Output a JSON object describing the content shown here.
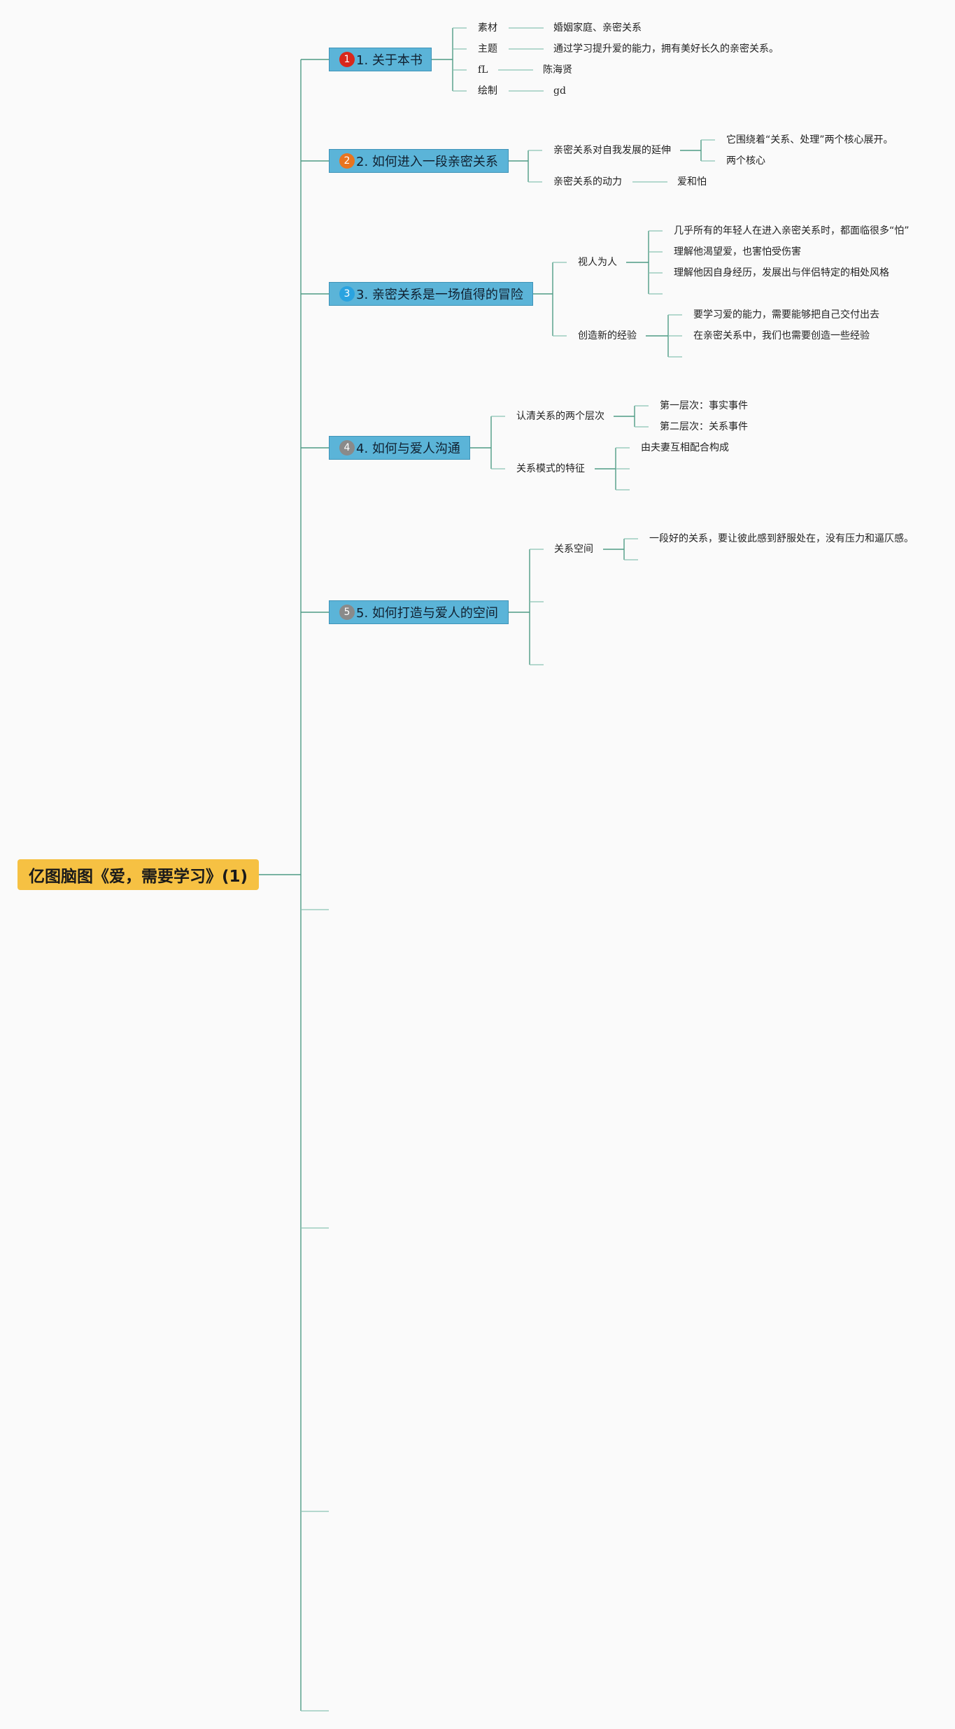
{
  "root": {
    "title": "亿图脑图《爱，需要学习》(1)"
  },
  "colors": {
    "root_bg": "#f6c143",
    "topic_bg": "#5bb4d8",
    "line": "#4e9b85",
    "badge_1": "#d9281c",
    "badge_2": "#e8741f",
    "badge_3": "#2aa3e0",
    "badge_4": "#8a8a8a",
    "badge_5": "#8a8a8a"
  },
  "topics": [
    {
      "badge": "1",
      "label": "1. 关于本书",
      "children": [
        {
          "label": "素材",
          "value": "婚姻家庭、亲密关系"
        },
        {
          "label": "主题",
          "value": "通过学习提升爱的能力，拥有美好长久的亲密关系。"
        },
        {
          "label": "fL",
          "value": "陈海贤"
        },
        {
          "label": "绘制",
          "value": "gd"
        }
      ]
    },
    {
      "badge": "2",
      "label": "2. 如何进入一段亲密关系",
      "children": [
        {
          "label": "亲密关系对自我发展的延伸",
          "items": [
            "它围绕着“关系、处理”两个核心展开。",
            "两个核心"
          ]
        },
        {
          "label": "亲密关系的动力",
          "value": "爱和怕"
        }
      ]
    },
    {
      "badge": "3",
      "label": "3. 亲密关系是一场值得的冒险",
      "children": [
        {
          "label": "视人为人",
          "items": [
            "几乎所有的年轻人在进入亲密关系时，都面临很多“怕”",
            "理解他渴望爱，也害怕受伤害",
            "理解他因自身经历，发展出与伴侣特定的相处风格"
          ]
        },
        {
          "label": "创造新的经验",
          "items": [
            "要学习爱的能力，需要能够把自己交付出去",
            "在亲密关系中，我们也需要创造一些经验"
          ]
        }
      ]
    },
    {
      "badge": "4",
      "label": "4. 如何与爱人沟通",
      "children": [
        {
          "label": "认清关系的两个层次",
          "items": [
            "第一层次：事实事件",
            "第二层次：关系事件"
          ]
        },
        {
          "label": "关系模式的特征",
          "items": [
            "由夫妻互相配合构成"
          ]
        }
      ]
    },
    {
      "badge": "5",
      "label": "5. 如何打造与爱人的空间",
      "children": [
        {
          "label": "关系空间",
          "items": [
            "一段好的关系，要让彼此感到舒服处在，没有压力和逼仄感。"
          ]
        }
      ]
    }
  ]
}
